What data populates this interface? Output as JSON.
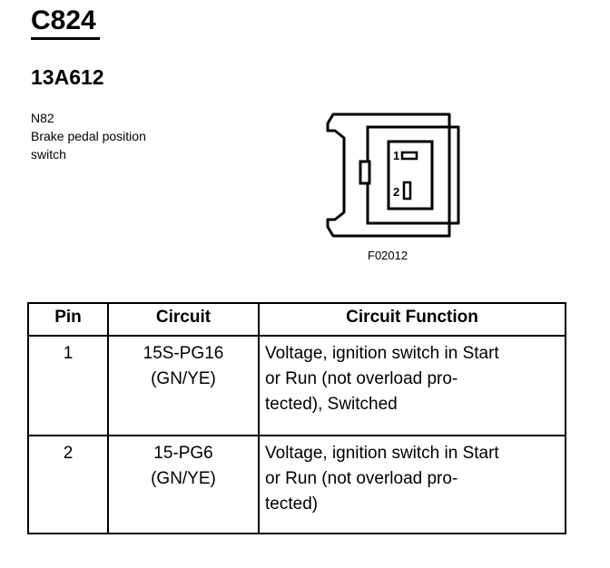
{
  "header": {
    "connector_id": "C824",
    "part_number": "13A612",
    "component_code": "N82",
    "component_name_line1": "Brake pedal position",
    "component_name_line2": "switch"
  },
  "diagram": {
    "pin_label_1": "1",
    "pin_label_2": "2",
    "figure_code": "F02012"
  },
  "table": {
    "headers": [
      "Pin",
      "Circuit",
      "Circuit Function"
    ],
    "rows": [
      {
        "pin": "1",
        "circuit_line1": "15S-PG16",
        "circuit_line2": "(GN/YE)",
        "function_line1": "Voltage, ignition switch in Start",
        "function_line2": "or Run (not overload pro-",
        "function_line3": "tected), Switched"
      },
      {
        "pin": "2",
        "circuit_line1": "15-PG6",
        "circuit_line2": "(GN/YE)",
        "function_line1": "Voltage, ignition switch in Start",
        "function_line2": "or Run (not overload pro-",
        "function_line3": "tected)"
      }
    ]
  }
}
